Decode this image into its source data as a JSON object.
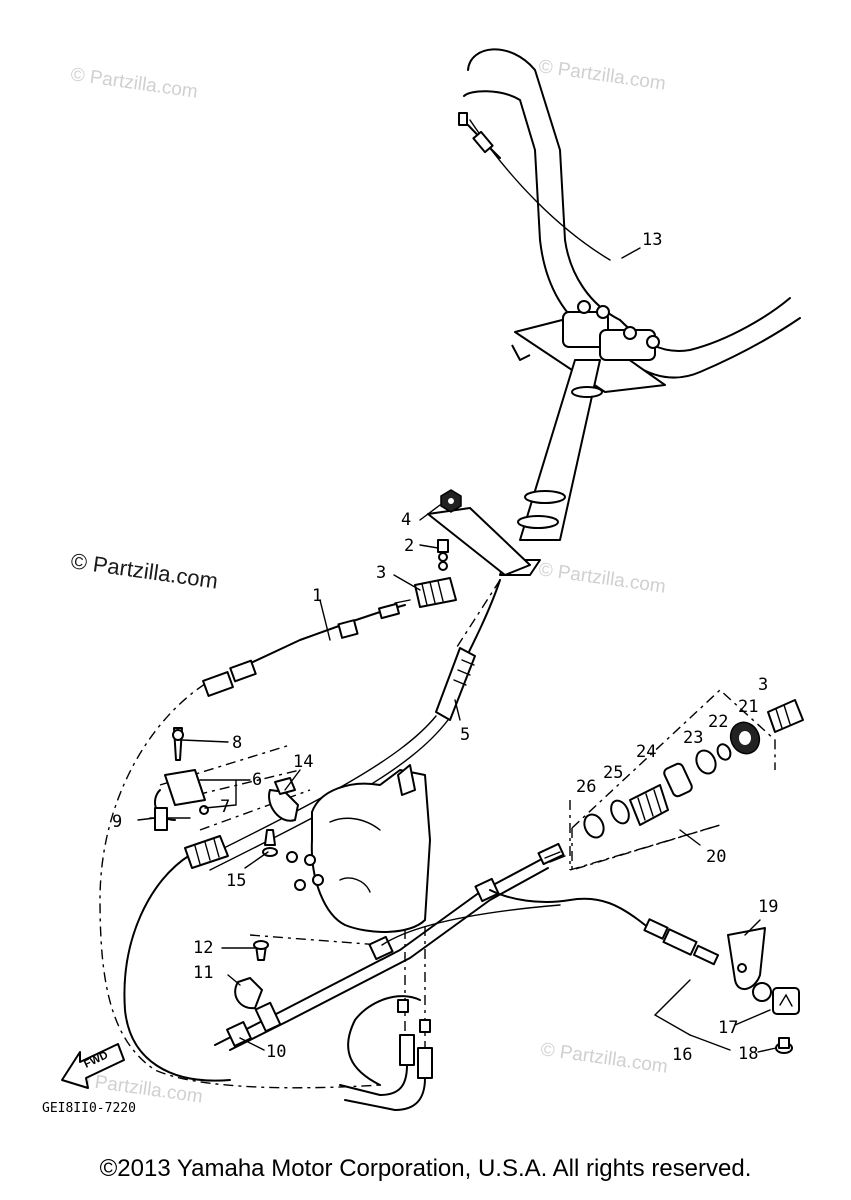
{
  "watermarks": {
    "top_left": "© Partzilla.com",
    "top_right": "© Partzilla.com",
    "mid_left": "© Partzilla.com",
    "mid_right": "© Partzilla.com",
    "bottom_left": "© Partzilla.com",
    "bottom_right": "© Partzilla.com"
  },
  "callouts": {
    "c1": "1",
    "c2": "2",
    "c3a": "3",
    "c3b": "3",
    "c4": "4",
    "c5": "5",
    "c6": "6",
    "c7": "7",
    "c8": "8",
    "c9": "9",
    "c10": "10",
    "c11": "11",
    "c12": "12",
    "c13": "13",
    "c14": "14",
    "c15": "15",
    "c16": "16",
    "c17": "17",
    "c18": "18",
    "c19": "19",
    "c20": "20",
    "c21": "21",
    "c22": "22",
    "c23": "23",
    "c24": "24",
    "c25": "25",
    "c26": "26"
  },
  "fwd_label": "FWD",
  "diagram_code": "GEI8II0-7220",
  "copyright": "©2013  Yamaha Motor Corporation, U.S.A. All rights reserved."
}
